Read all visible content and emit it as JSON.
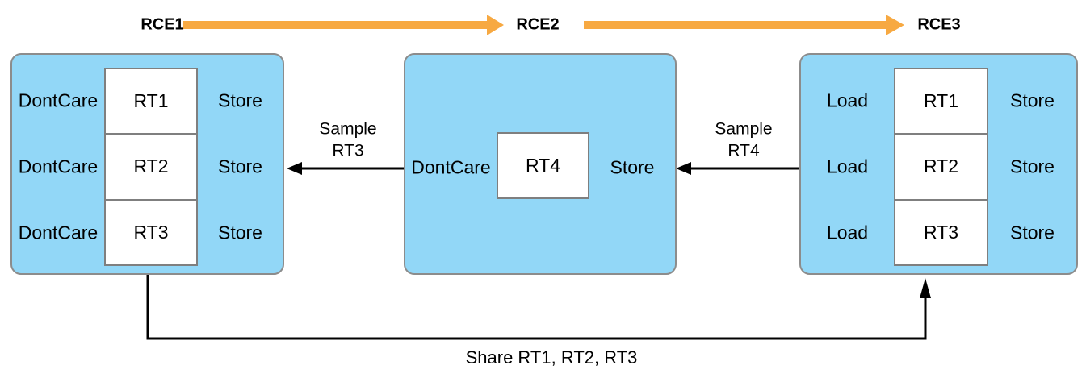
{
  "colors": {
    "box-fill": "#92d7f7",
    "box-border": "#8c8c8c",
    "cell-border": "#7f7f7f",
    "arrow-orange": "#f7a942",
    "arrow-black": "#000000"
  },
  "stages": [
    {
      "label": "RCE1",
      "rows": [
        {
          "left": "DontCare",
          "cell": "RT1",
          "right": "Store"
        },
        {
          "left": "DontCare",
          "cell": "RT2",
          "right": "Store"
        },
        {
          "left": "DontCare",
          "cell": "RT3",
          "right": "Store"
        }
      ]
    },
    {
      "label": "RCE2",
      "rows": [
        {
          "left": "DontCare",
          "cell": "RT4",
          "right": "Store"
        }
      ]
    },
    {
      "label": "RCE3",
      "rows": [
        {
          "left": "Load",
          "cell": "RT1",
          "right": "Store"
        },
        {
          "left": "Load",
          "cell": "RT2",
          "right": "Store"
        },
        {
          "left": "Load",
          "cell": "RT3",
          "right": "Store"
        }
      ]
    }
  ],
  "arrows": {
    "sample_rt3": {
      "line1": "Sample",
      "line2": "RT3"
    },
    "sample_rt4": {
      "line1": "Sample",
      "line2": "RT4"
    },
    "share": {
      "label": "Share RT1, RT2, RT3"
    }
  }
}
